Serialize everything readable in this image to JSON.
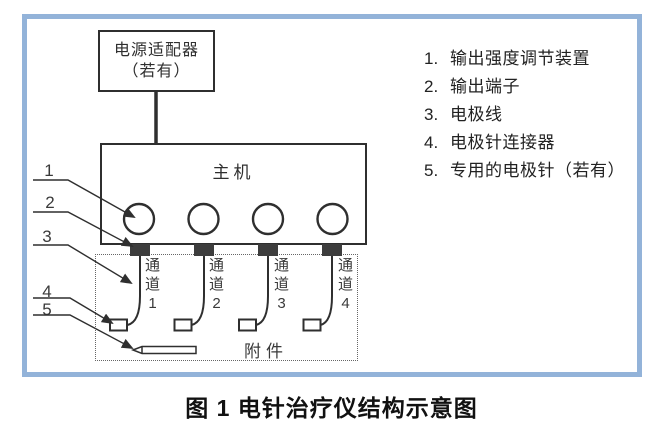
{
  "figure": {
    "adapter": {
      "line1": "电源适配器",
      "line2": "（若有）"
    },
    "main_unit_label": "主机",
    "channels": [
      "通道1",
      "通道2",
      "通道3",
      "通道4"
    ],
    "accessories_label": "附件",
    "callouts": [
      "1",
      "2",
      "3",
      "4",
      "5"
    ],
    "legend": [
      {
        "num": "1.",
        "text": "输出强度调节装置"
      },
      {
        "num": "2.",
        "text": "输出端子"
      },
      {
        "num": "3.",
        "text": "电极线"
      },
      {
        "num": "4.",
        "text": "电极针连接器"
      },
      {
        "num": "5.",
        "text": "专用的电极针（若有）"
      }
    ],
    "caption": "图 1 电针治疗仪结构示意图",
    "colors": {
      "frame_border": "#93b3d9",
      "diagram_line": "#2f2f2f",
      "terminal_tab": "#3d3d3d",
      "background": "#ffffff"
    }
  }
}
